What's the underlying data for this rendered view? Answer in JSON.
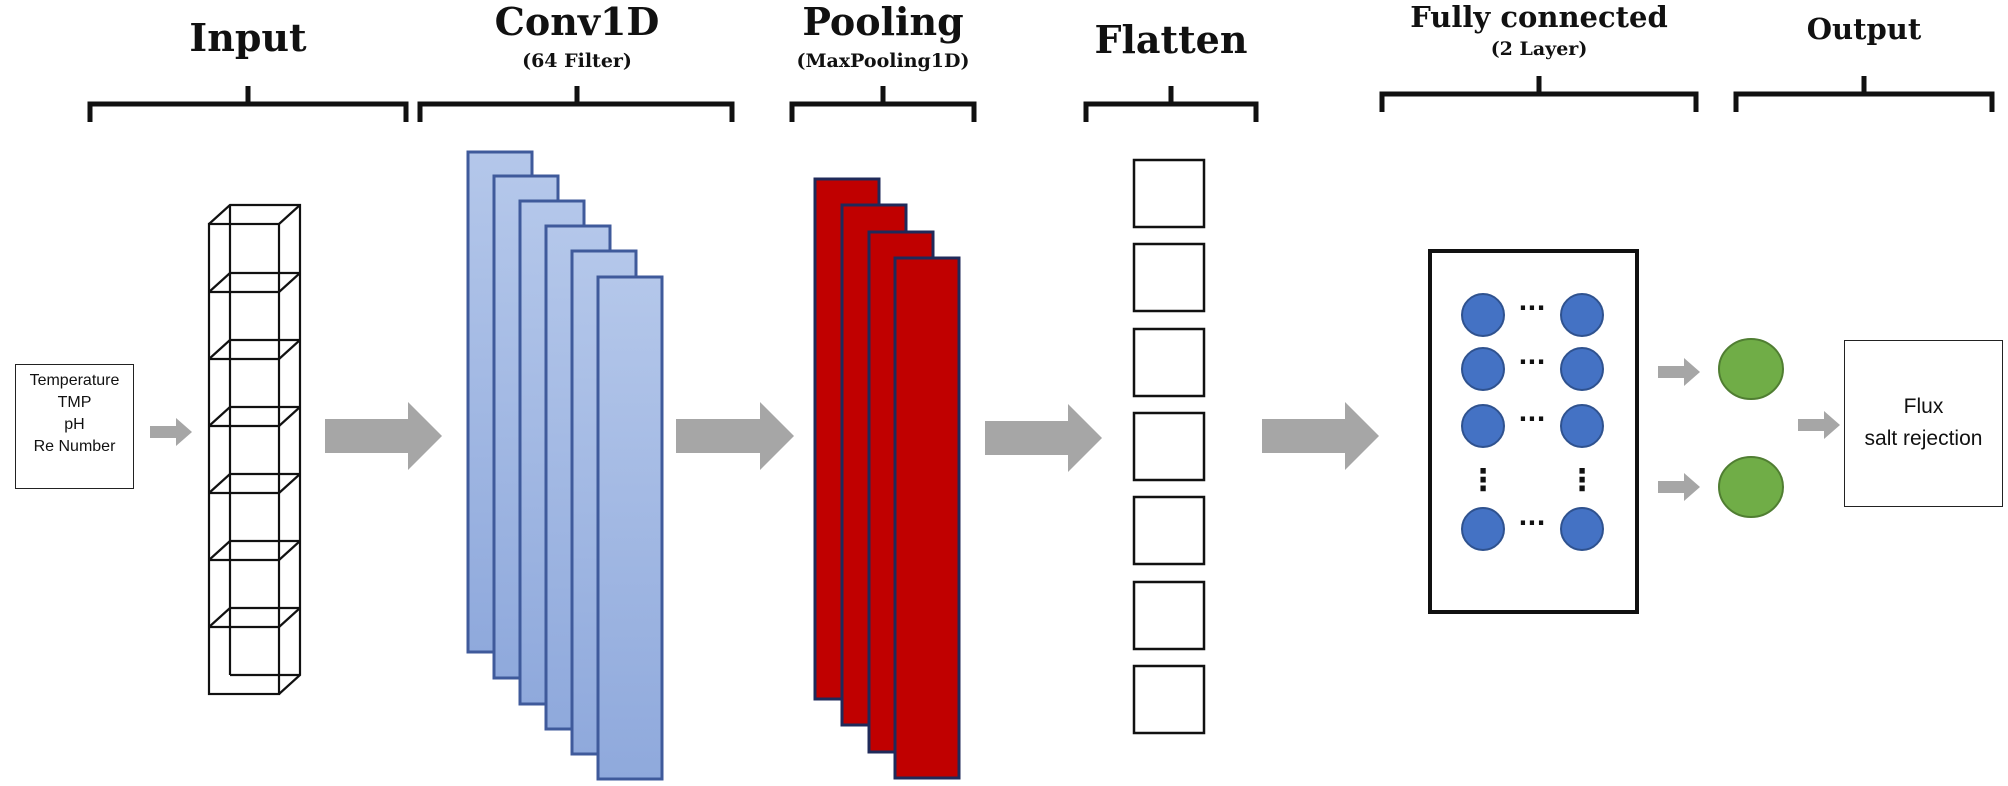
{
  "stages": {
    "input": {
      "title": "Input",
      "features": [
        "Temperature",
        "TMP",
        "pH",
        "Re Number"
      ]
    },
    "conv1d": {
      "title": "Conv1D",
      "subtitle": "(64 Filter)",
      "color": "#a9bce6",
      "border": "#3f5a9b"
    },
    "pooling": {
      "title": "Pooling",
      "subtitle": "(MaxPooling1D)",
      "color": "#c00000",
      "border": "#1f2a5a"
    },
    "flatten": {
      "title": "Flatten"
    },
    "fully_connected": {
      "title": "Fully connected",
      "subtitle": "(2 Layer)",
      "node_color": "#4472c4",
      "ellipsis": "···",
      "vdots": "⋮"
    },
    "output": {
      "title": "Output",
      "node_color": "#70ad47",
      "targets": [
        "Flux",
        "salt rejection"
      ]
    }
  },
  "arrow_color": "#a6a6a6"
}
